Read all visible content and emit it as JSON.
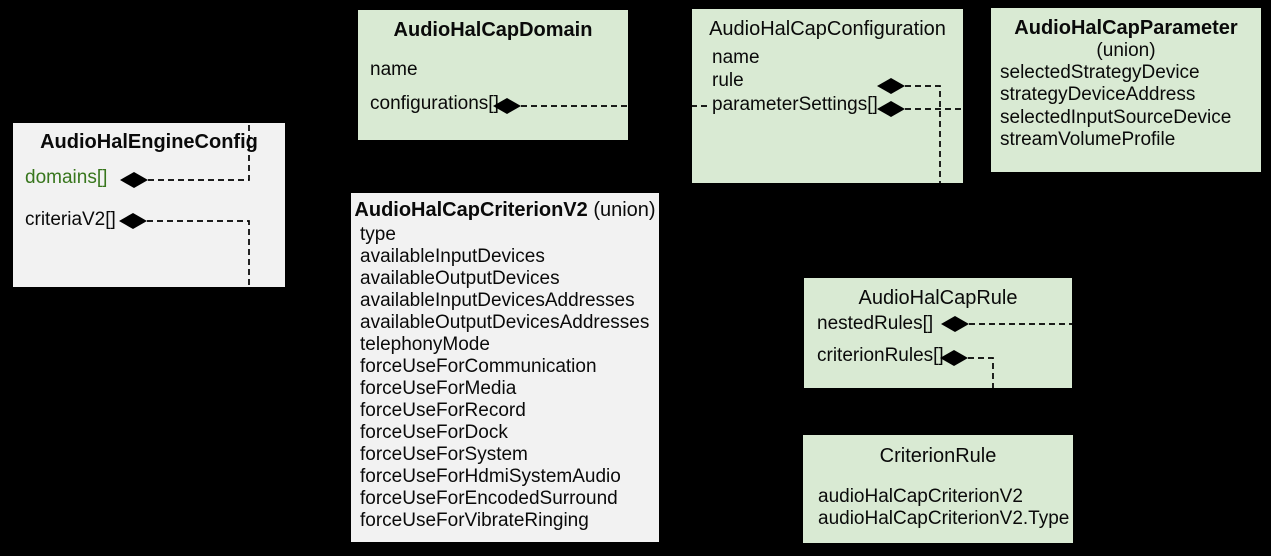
{
  "colors": {
    "background": "#000000",
    "green_box": "#d9ead3",
    "gray_box": "#f2f2f2",
    "text": "#0a0a0a",
    "green_text": "#38761d",
    "connector": "#000000"
  },
  "icons": {
    "aggregation_diamond": "black-filled-diamond"
  },
  "boxes": {
    "engine": {
      "title": "AudioHalEngineConfig",
      "fields": {
        "domains": "domains[]",
        "criteriaV2": "criteriaV2[]"
      }
    },
    "domain": {
      "title": "AudioHalCapDomain",
      "fields": {
        "name": "name",
        "configurations": "configurations[]"
      }
    },
    "configuration": {
      "title": "AudioHalCapConfiguration",
      "fields": {
        "name": "name",
        "rule": "rule",
        "parameterSettings": "parameterSettings[]"
      }
    },
    "parameter": {
      "title": "AudioHalCapParameter",
      "subtitle": "(union)",
      "fields": [
        "selectedStrategyDevice",
        "strategyDeviceAddress",
        "selectedInputSourceDevice",
        "streamVolumeProfile"
      ]
    },
    "criterionV2": {
      "title": "AudioHalCapCriterionV2",
      "title_suffix": " (union)",
      "fields": [
        "type",
        "availableInputDevices",
        "availableOutputDevices",
        "availableInputDevicesAddresses",
        "availableOutputDevicesAddresses",
        "telephonyMode",
        "forceUseForCommunication",
        "forceUseForMedia",
        "forceUseForRecord",
        "forceUseForDock",
        "forceUseForSystem",
        "forceUseForHdmiSystemAudio",
        "forceUseForEncodedSurround",
        "forceUseForVibrateRinging"
      ]
    },
    "rule": {
      "title": "AudioHalCapRule",
      "fields": {
        "nestedRules": "nestedRules[]",
        "criterionRules": "criterionRules[]"
      }
    },
    "criterionRule": {
      "title": "CriterionRule",
      "fields": [
        "audioHalCapCriterionV2",
        "audioHalCapCriterionV2.Type"
      ]
    }
  }
}
